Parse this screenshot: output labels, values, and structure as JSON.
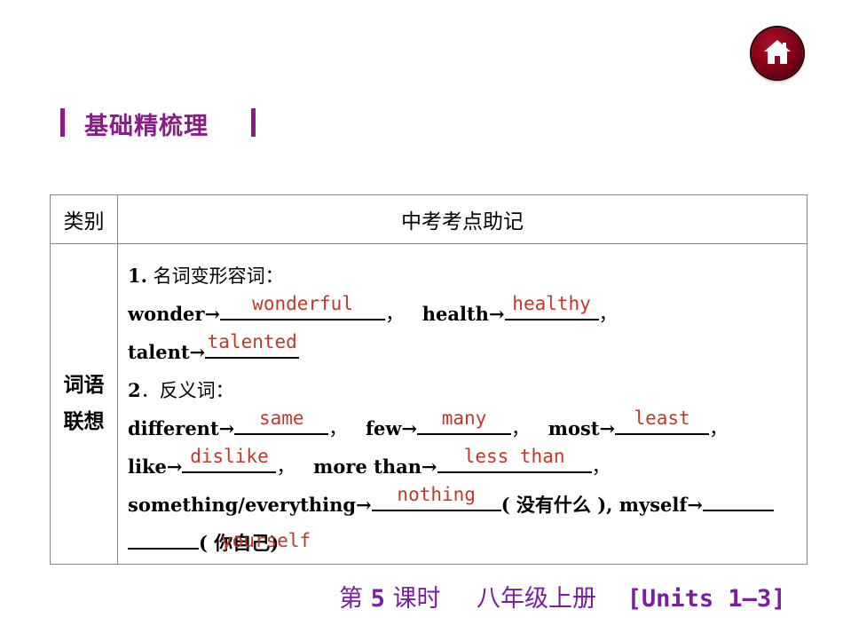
{
  "section": {
    "title": "基础精梳理"
  },
  "table": {
    "col1_header": "类别",
    "col2_header": "中考考点助记",
    "category": [
      "词语",
      "联想"
    ]
  },
  "content": {
    "item1_num": "1.",
    "item1_title": "名词变形容词：",
    "wonder": "wonder",
    "wonder_ans": "wonderful",
    "health": "health",
    "health_ans": "healthy",
    "talent": "talent",
    "talent_ans": "talented",
    "item2_num": "2",
    "item2_title": "．反义词：",
    "different": "different",
    "different_ans": "same",
    "few": "few",
    "few_ans": "many",
    "most": "most",
    "most_ans": "least",
    "like": "like",
    "like_ans": "dislike",
    "more_than": "more than",
    "more_than_ans": "less than",
    "something": "something/everything",
    "something_ans": "nothing",
    "nothing_cn": "( 没有什么 ), myself",
    "yourself_prefix": "( 你自己)",
    "yourself_ans": "yourself",
    "comma": "，"
  },
  "footer": {
    "lesson_prefix": "第",
    "lesson_num": "5",
    "lesson_suffix": "课时",
    "grade": "八年级上册",
    "units": "[Units 1—3]"
  },
  "colors": {
    "accent": "#8b1a8b",
    "answer": "#c0392b",
    "home": "#7a0016"
  },
  "icons": {
    "home": "home-icon"
  }
}
